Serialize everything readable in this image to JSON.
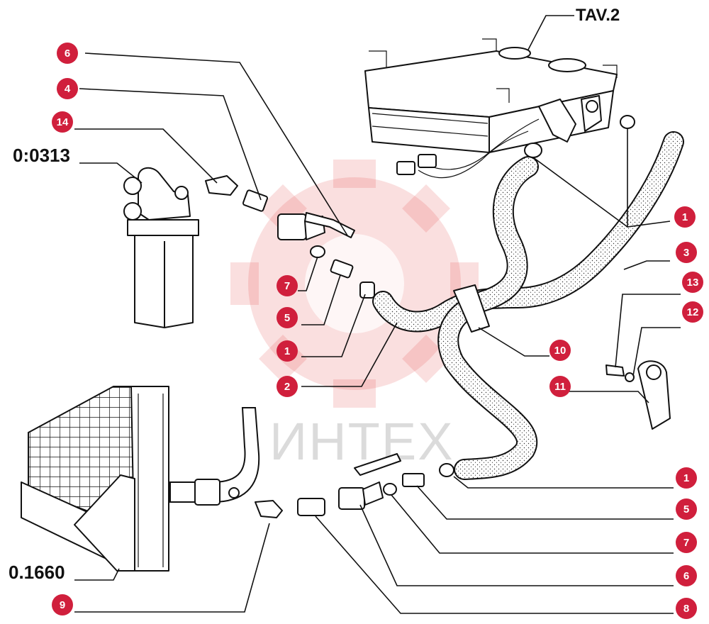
{
  "labels": {
    "tav": "TAV.2",
    "ref_top": "0:0313",
    "ref_bottom": "0.1660",
    "watermark": "ИНТЕХ"
  },
  "callouts": [
    {
      "id": "c6-top",
      "num": "6"
    },
    {
      "id": "c4",
      "num": "4"
    },
    {
      "id": "c14",
      "num": "14"
    },
    {
      "id": "c7-left",
      "num": "7"
    },
    {
      "id": "c5-left",
      "num": "5"
    },
    {
      "id": "c1-left",
      "num": "1"
    },
    {
      "id": "c2",
      "num": "2"
    },
    {
      "id": "c1-right-top",
      "num": "1"
    },
    {
      "id": "c3",
      "num": "3"
    },
    {
      "id": "c13",
      "num": "13"
    },
    {
      "id": "c12",
      "num": "12"
    },
    {
      "id": "c10",
      "num": "10"
    },
    {
      "id": "c11",
      "num": "11"
    },
    {
      "id": "c1-right-bottom",
      "num": "1"
    },
    {
      "id": "c5-right",
      "num": "5"
    },
    {
      "id": "c7-right",
      "num": "7"
    },
    {
      "id": "c6-bottom",
      "num": "6"
    },
    {
      "id": "c8",
      "num": "8"
    },
    {
      "id": "c9",
      "num": "9"
    }
  ],
  "colors": {
    "callout_fill": "#d01f3c",
    "ink": "#111111",
    "watermark": "#e24b4b"
  }
}
